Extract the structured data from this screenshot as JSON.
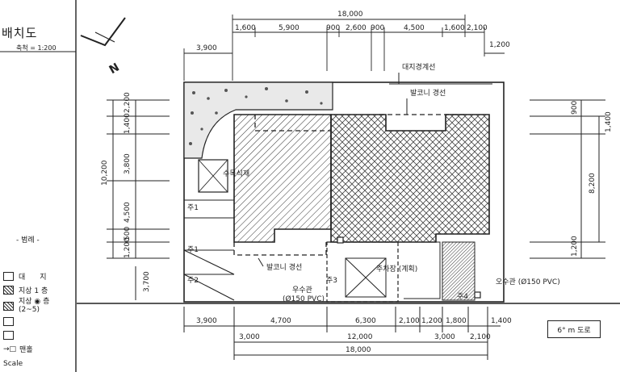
{
  "title": {
    "main": "배치도",
    "scale": "축척 = 1:200"
  },
  "north": "N",
  "legend": {
    "heading": "- 범례 -",
    "items": [
      {
        "label": "대　　지",
        "style": "plain"
      },
      {
        "label": "지상 1 층",
        "style": "hatch"
      },
      {
        "label": "지상 ◉ 층",
        "sub": "(2~5)",
        "style": "crosshatch"
      },
      {
        "label": "",
        "style": "plain"
      },
      {
        "label": "",
        "style": "plain"
      }
    ],
    "symbol_label": "맨홀",
    "scale_label": "Scale"
  },
  "dims_top": {
    "overall": "18,000",
    "row": [
      "1,600",
      "5,900",
      "900",
      "2,600",
      "900",
      "4,500",
      "1,600",
      "2,100"
    ],
    "left": "3,900",
    "right": "1,200"
  },
  "dims_bottom": {
    "row1": [
      "3,900",
      "4,700",
      "6,300",
      "2,100",
      "1,200",
      "1,800",
      "1,400"
    ],
    "row2": [
      "3,000",
      "12,000",
      "3,000",
      "2,100"
    ],
    "overall": "18,000"
  },
  "dims_left": {
    "outer": "10,200",
    "parts": [
      "2,200",
      "1,400",
      "3,800",
      "4,500",
      "500",
      "1,200"
    ],
    "extra": "3,700"
  },
  "dims_right": {
    "outer": "8,200",
    "parts": [
      "900",
      "1,400",
      "1,200"
    ]
  },
  "annotations": {
    "boundary": "대지경계선",
    "building_line_top": "발코니 경선",
    "building_line_bottom": "발코니 경선",
    "tree": "수목식재",
    "drain": "우수관",
    "drain_spec": "(Ø150 PVC)",
    "sewer": "오수관 (Ø150 PVC)",
    "parking": "주차장 (계획)",
    "road_width": "6° m 도로",
    "p1": "주1",
    "p2": "주1",
    "p3": "주2",
    "p4": "주3",
    "p5": "주4"
  }
}
